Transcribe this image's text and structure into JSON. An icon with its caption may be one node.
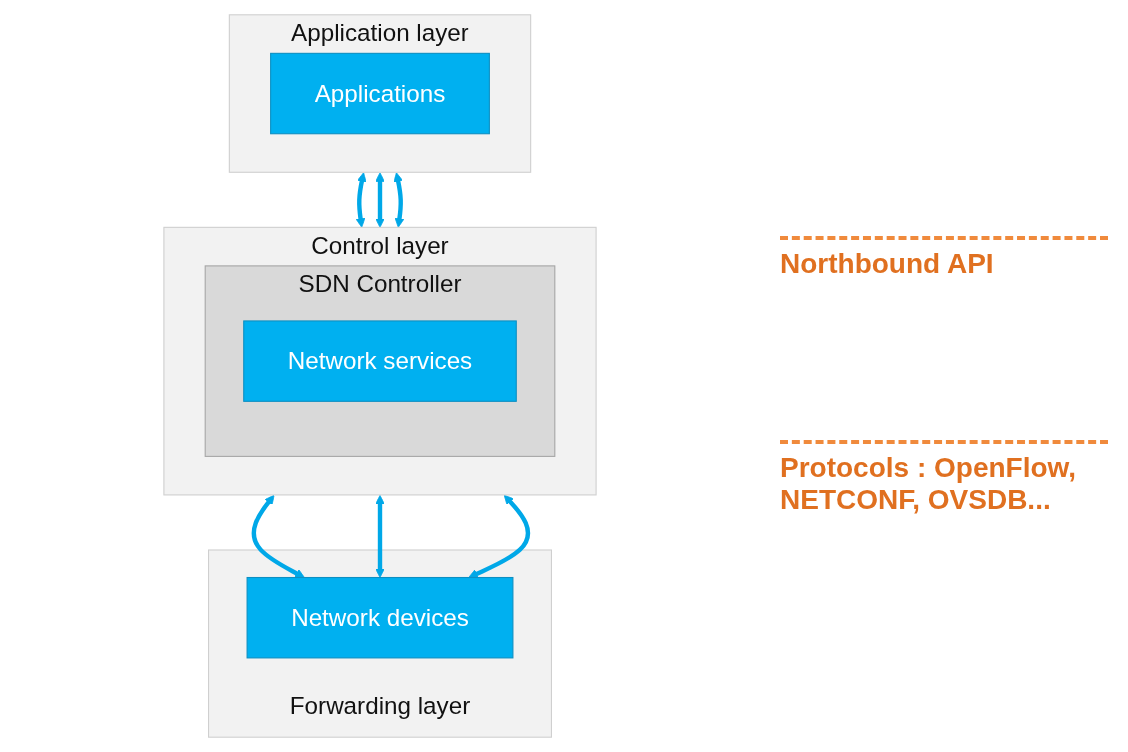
{
  "diagram": {
    "nodes": [
      {
        "text": [
          "Application layer"
        ]
      },
      {
        "text": [
          "Applications"
        ],
        "in": 0
      },
      {
        "text": [
          "Control layer"
        ]
      },
      {
        "text": [
          "SDN Controller"
        ],
        "in": 2
      },
      {
        "text": [
          "Network services"
        ],
        "in": 3
      },
      {
        "text": [
          "Forwarding layer"
        ]
      },
      {
        "text": [
          "Network devices"
        ],
        "in": 5
      }
    ],
    "edges": [
      {
        "from": 0,
        "to": 2,
        "arrow": "both"
      },
      {
        "from": 0,
        "to": 2,
        "arrow": "both"
      },
      {
        "from": 0,
        "to": 2,
        "arrow": "both"
      },
      {
        "from": 2,
        "to": 6,
        "arrow": "both"
      },
      {
        "from": 2,
        "to": 6,
        "arrow": "both"
      },
      {
        "from": 2,
        "to": 6,
        "arrow": "both"
      }
    ],
    "labels": [
      "Northbound API",
      "Protocols : OpenFlow, NETCONF, OVSDB..."
    ]
  }
}
